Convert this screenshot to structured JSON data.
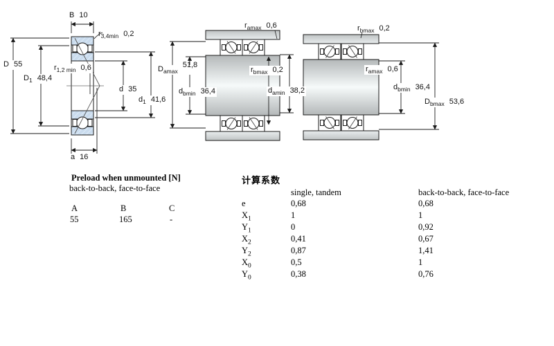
{
  "diagrams": {
    "left": {
      "description": "single angular contact bearing cross-section",
      "labels": {
        "B": {
          "main": "B",
          "sub": "",
          "value": "10"
        },
        "r34min": {
          "main": "r",
          "sub": "3,4min",
          "value": "0,2"
        },
        "D": {
          "main": "D",
          "sub": "",
          "value": "55"
        },
        "D1": {
          "main": "D",
          "sub": "1",
          "value": "48,4"
        },
        "r12min": {
          "main": "r",
          "sub": "1,2 min",
          "value": "0,6"
        },
        "d": {
          "main": "d",
          "sub": "",
          "value": "35"
        },
        "d1": {
          "main": "d",
          "sub": "1",
          "value": "41,6"
        },
        "a": {
          "main": "a",
          "sub": "",
          "value": "16"
        }
      }
    },
    "middle": {
      "description": "back-to-back bearing pair mounting",
      "labels": {
        "r_amax": {
          "main": "r",
          "sub": "amax",
          "value": "0,6"
        },
        "D_amax": {
          "main": "D",
          "sub": "amax",
          "value": "51,8"
        },
        "d_bmin": {
          "main": "d",
          "sub": "bmin",
          "value": "36,4"
        },
        "r_bmax": {
          "main": "r",
          "sub": "bmax",
          "value": "0,2"
        },
        "d_amin": {
          "main": "d",
          "sub": "amin",
          "value": "38,2"
        }
      }
    },
    "right": {
      "description": "face-to-face bearing pair mounting",
      "labels": {
        "r_bmax": {
          "main": "r",
          "sub": "bmax",
          "value": "0,2"
        },
        "r_amax": {
          "main": "r",
          "sub": "amax",
          "value": "0,6"
        },
        "d_bmin": {
          "main": "d",
          "sub": "bmin",
          "value": "36,4"
        },
        "D_bmax": {
          "main": "D",
          "sub": "bmax",
          "value": "53,6"
        }
      }
    }
  },
  "preload": {
    "title": "Preload when unmounted [N]",
    "subtitle": "back-to-back, face-to-face",
    "columns": [
      "A",
      "B",
      "C"
    ],
    "values": [
      "55",
      "165",
      "-"
    ]
  },
  "factors": {
    "title": "计算系数",
    "col1_header": "single, tandem",
    "col2_header": "back-to-back, face-to-face",
    "rows": [
      {
        "sym": "e",
        "sub": "",
        "single_tandem": "0,68",
        "btb_ftf": "0,68"
      },
      {
        "sym": "X",
        "sub": "1",
        "single_tandem": "1",
        "btb_ftf": "1"
      },
      {
        "sym": "Y",
        "sub": "1",
        "single_tandem": "0",
        "btb_ftf": "0,92"
      },
      {
        "sym": "X",
        "sub": "2",
        "single_tandem": "0,41",
        "btb_ftf": "0,67"
      },
      {
        "sym": "Y",
        "sub": "2",
        "single_tandem": "0,87",
        "btb_ftf": "1,41"
      },
      {
        "sym": "X",
        "sub": "0",
        "single_tandem": "0,5",
        "btb_ftf": "1"
      },
      {
        "sym": "Y",
        "sub": "0",
        "single_tandem": "0,38",
        "btb_ftf": "0,76"
      }
    ]
  },
  "colors": {
    "ring_blue": "#cadcee",
    "steel_gray": "#bfc3c4",
    "line": "#1a1a1a"
  }
}
